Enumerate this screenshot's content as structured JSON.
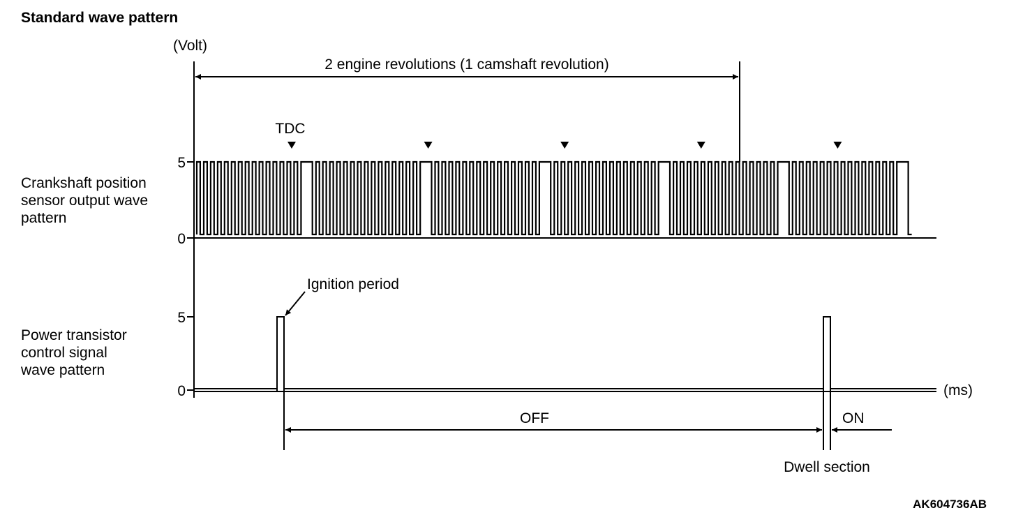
{
  "title": "Standard wave pattern",
  "y_unit": "(Volt)",
  "x_unit": "(ms)",
  "revolution_label": "2 engine revolutions (1 camshaft revolution)",
  "tdc_label": "TDC",
  "crank": {
    "label_lines": [
      "Crankshaft position",
      "sensor output wave",
      "pattern"
    ],
    "level_high": "5",
    "level_low": "0",
    "missing_tooth_groups": 6,
    "pulses_per_group": 16,
    "tdc_marker_count": 5
  },
  "power": {
    "label_lines": [
      "Power transistor",
      "control signal",
      "wave pattern"
    ],
    "level_high": "5",
    "level_low": "0"
  },
  "ignition_label": "Ignition period",
  "off_label": "OFF",
  "on_label": "ON",
  "dwell_label": "Dwell section",
  "figure_code": "AK604736AB"
}
